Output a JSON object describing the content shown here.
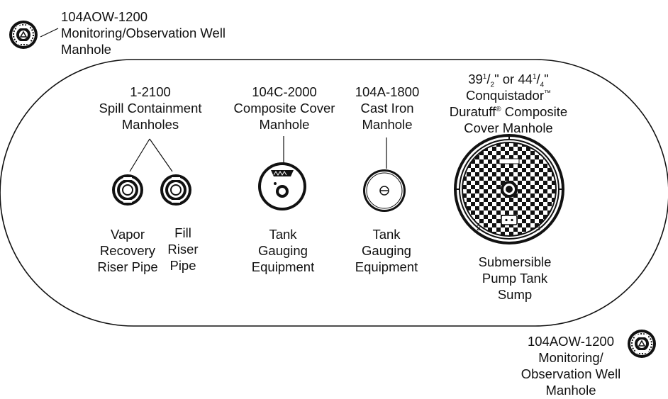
{
  "outside_top": {
    "lines": [
      "104AOW-1200",
      "Monitoring/Observation Well",
      "Manhole"
    ]
  },
  "outside_bottom": {
    "lines": [
      "104AOW-1200",
      "Monitoring/",
      "Observation Well",
      "Manhole"
    ]
  },
  "spill_containment": {
    "title_lines": [
      "1-2100",
      "Spill Containment",
      "Manholes"
    ],
    "vapor_lines": [
      "Vapor",
      "Recovery",
      "Riser Pipe"
    ],
    "fill_lines": [
      "Fill",
      "Riser",
      "Pipe"
    ]
  },
  "composite_cover": {
    "title_lines": [
      "104C-2000",
      "Composite Cover",
      "Manhole"
    ],
    "use_lines": [
      "Tank",
      "Gauging",
      "Equipment"
    ]
  },
  "cast_iron": {
    "title_lines": [
      "104A-1800",
      "Cast Iron",
      "Manhole"
    ],
    "use_lines": [
      "Tank",
      "Gauging",
      "Equipment"
    ]
  },
  "conquistador": {
    "size_a_whole": "39",
    "size_a_num": "1",
    "size_a_den": "2",
    "or_text": "\" or ",
    "size_b_whole": "44",
    "size_b_num": "1",
    "size_b_den": "4",
    "inch_mark": "\"",
    "brand": "Conquistador",
    "tm_mark": "™",
    "line3_brand": "Duratuff",
    "reg_mark": "®",
    "line3_rest": "Composite",
    "line4": "Cover Manhole",
    "use_lines": [
      "Submersible",
      "Pump Tank",
      "Sump"
    ]
  },
  "colors": {
    "stroke": "#111111",
    "background": "#ffffff"
  }
}
